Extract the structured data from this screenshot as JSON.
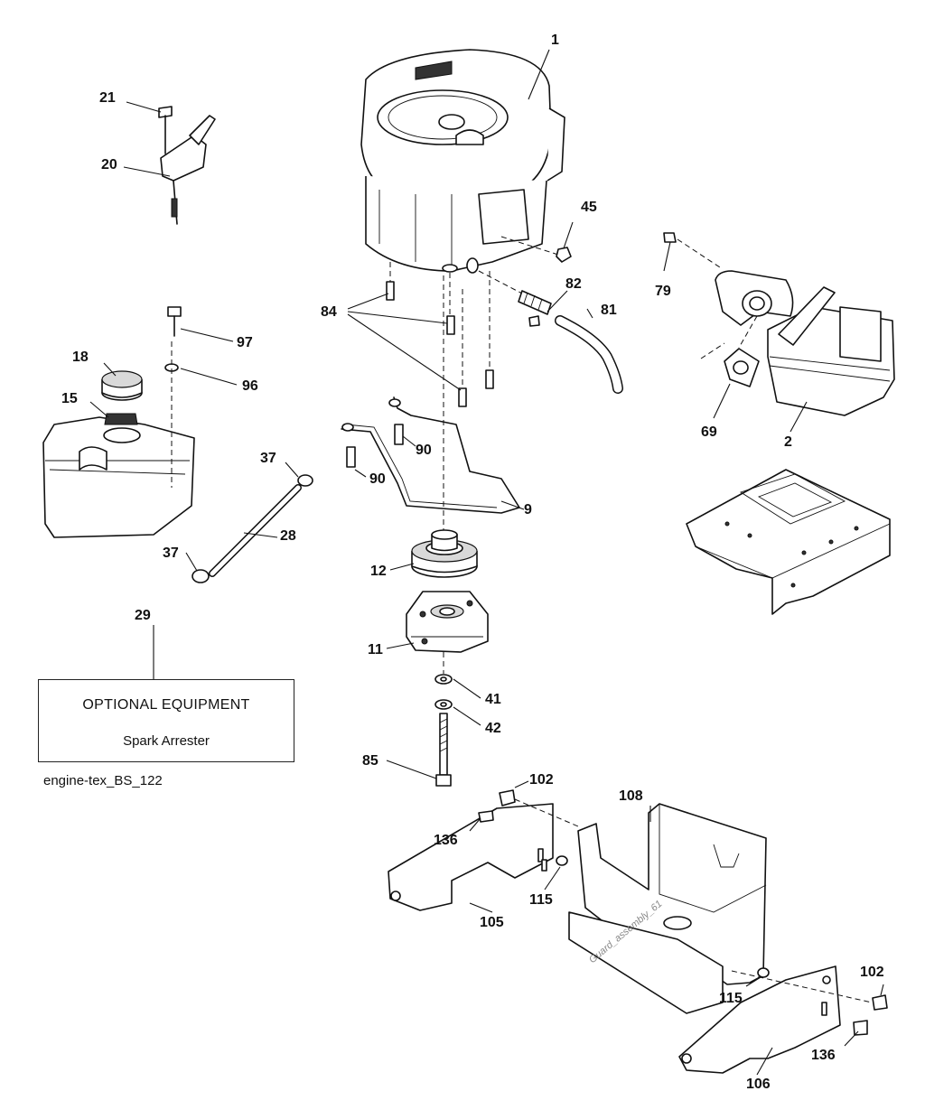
{
  "callouts": {
    "c1": "1",
    "c2": "2",
    "c9": "9",
    "c11": "11",
    "c12": "12",
    "c15": "15",
    "c18": "18",
    "c20": "20",
    "c21": "21",
    "c28": "28",
    "c29": "29",
    "c37a": "37",
    "c37b": "37",
    "c41": "41",
    "c42": "42",
    "c45": "45",
    "c69": "69",
    "c79": "79",
    "c81": "81",
    "c82": "82",
    "c84": "84",
    "c85": "85",
    "c90a": "90",
    "c90b": "90",
    "c96": "96",
    "c97": "97",
    "c102a": "102",
    "c102b": "102",
    "c105": "105",
    "c106": "106",
    "c108": "108",
    "c115a": "115",
    "c115b": "115",
    "c136a": "136",
    "c136b": "136"
  },
  "optional_box": {
    "title": "OPTIONAL EQUIPMENT",
    "item": "Spark Arrester"
  },
  "reference_code": "engine-tex_BS_122",
  "watermark": "Guard_assembly_61"
}
